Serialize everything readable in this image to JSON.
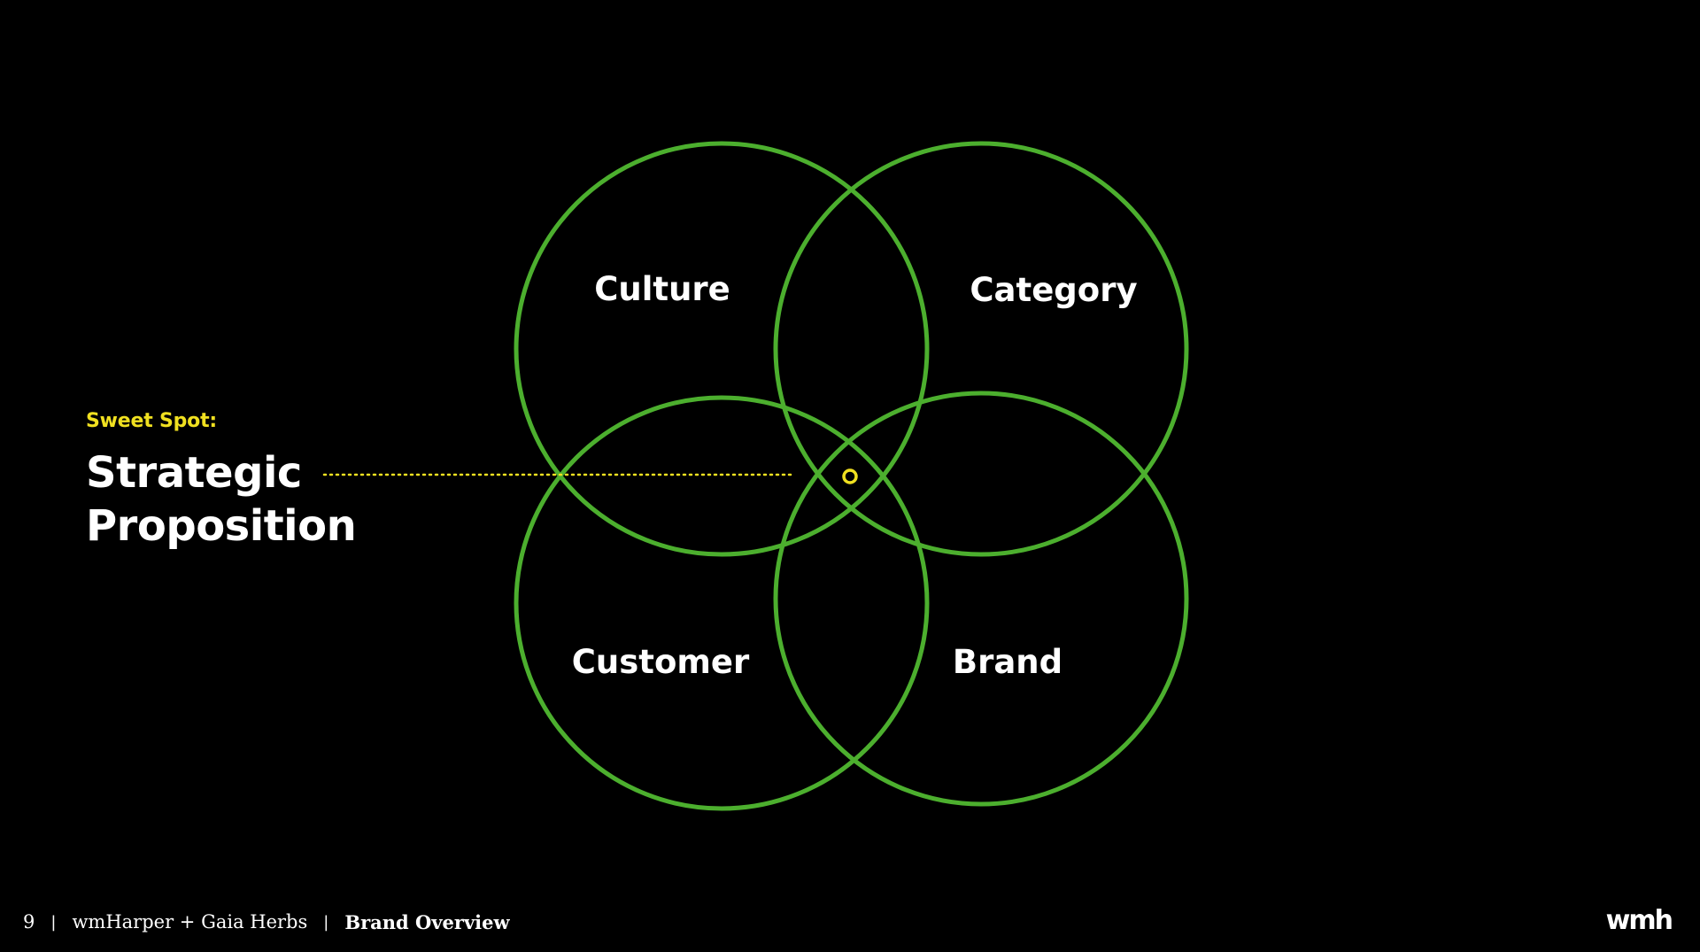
{
  "slide": {
    "background": "#000000"
  },
  "diagram": {
    "circle_color": "#4caf2e",
    "accent_color": "#f0e020",
    "circles": [
      {
        "label": "Culture"
      },
      {
        "label": "Category"
      },
      {
        "label": "Customer"
      },
      {
        "label": "Brand"
      }
    ]
  },
  "callout": {
    "kicker": "Sweet Spot:",
    "title_line1": "Strategic",
    "title_line2": "Proposition"
  },
  "footer": {
    "page_number": "9",
    "separator": "|",
    "client": "wmHarper + Gaia Herbs",
    "doc_title": "Brand Overview"
  },
  "logo": {
    "text": "wmh"
  }
}
